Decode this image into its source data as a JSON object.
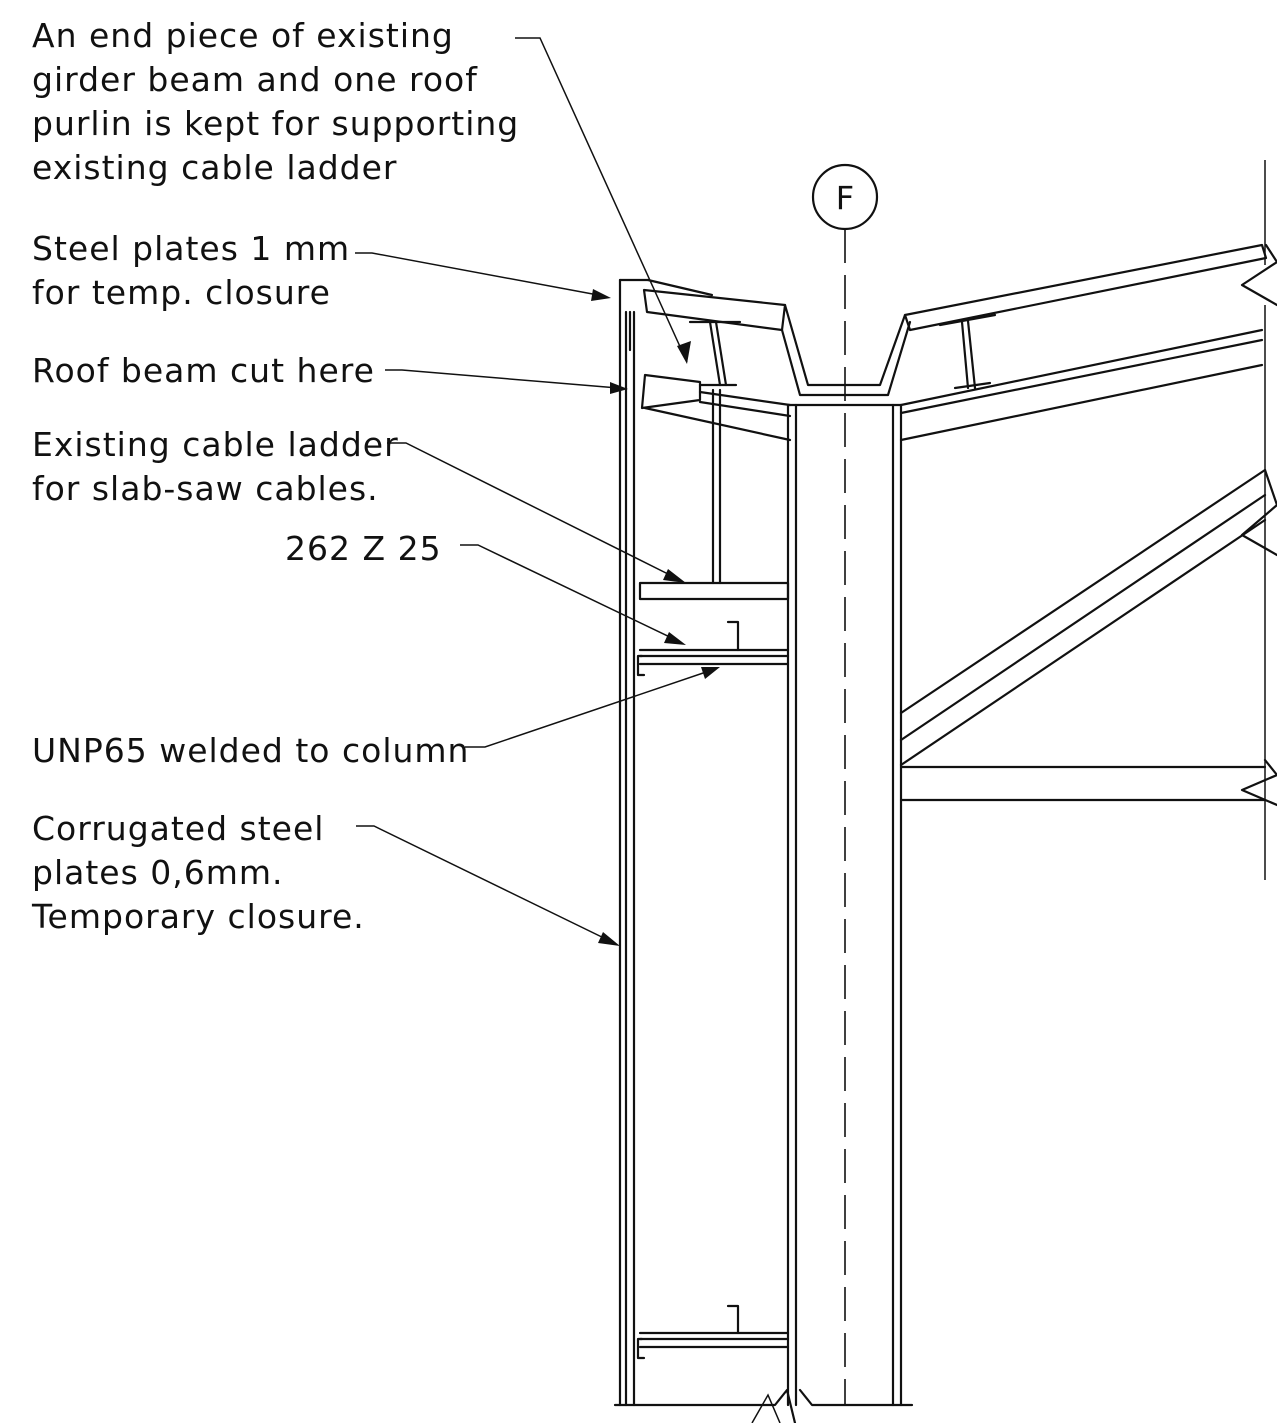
{
  "grid_label": "F",
  "notes": {
    "end_piece": [
      "An end piece of existing",
      "girder beam and one roof",
      "purlin is kept for supporting",
      "existing cable ladder"
    ],
    "steel_plates": [
      "Steel plates 1 mm",
      "for temp. closure"
    ],
    "roof_beam_cut": [
      "Roof beam cut here"
    ],
    "cable_ladder": [
      "Existing cable ladder",
      "for slab-saw cables."
    ],
    "z_profile": [
      "262 Z 25"
    ],
    "unp65": [
      "UNP65 welded to column"
    ],
    "corrugated": [
      "Corrugated steel",
      "plates 0,6mm.",
      "Temporary closure."
    ]
  }
}
